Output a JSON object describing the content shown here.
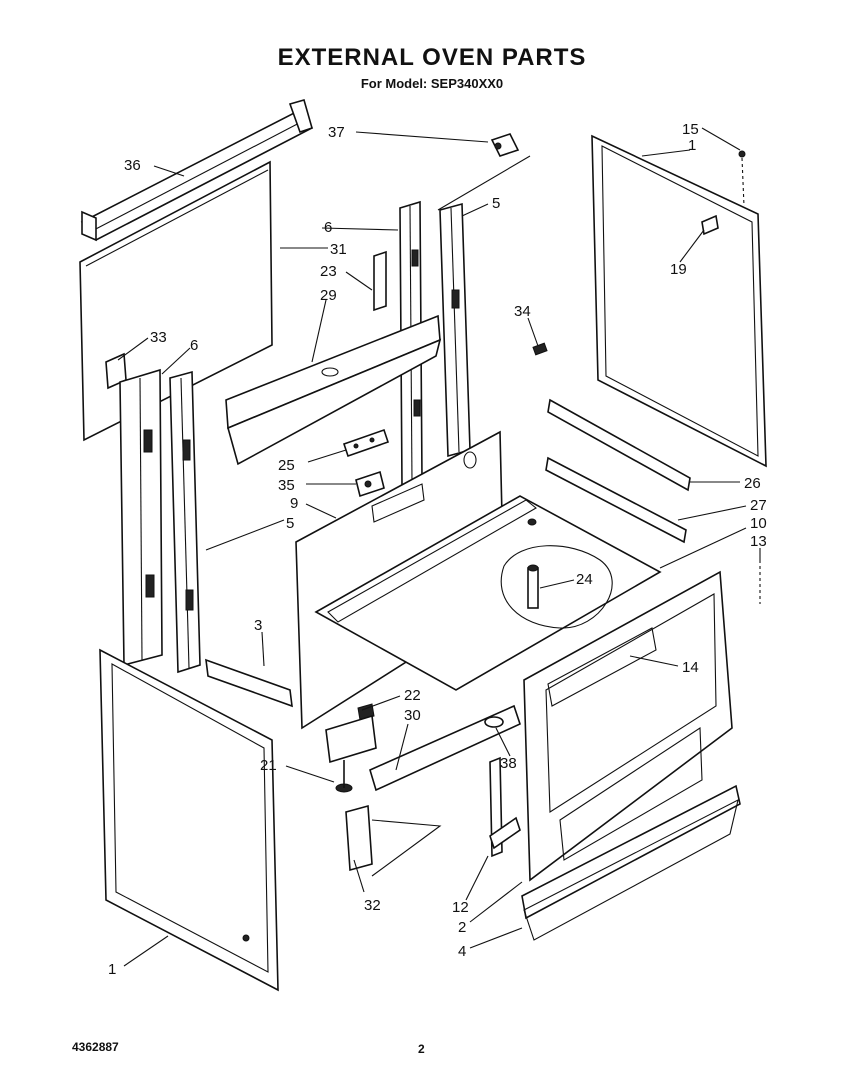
{
  "title": "EXTERNAL OVEN PARTS",
  "subtitle": "For Model: SEP340XX0",
  "doc_number": "4362887",
  "page_number": "2",
  "callouts": [
    {
      "id": "c37",
      "label": "37"
    },
    {
      "id": "c15",
      "label": "15"
    },
    {
      "id": "c1a",
      "label": "1"
    },
    {
      "id": "c36",
      "label": "36"
    },
    {
      "id": "c6a",
      "label": "6"
    },
    {
      "id": "c5a",
      "label": "5"
    },
    {
      "id": "c31",
      "label": "31"
    },
    {
      "id": "c23",
      "label": "23"
    },
    {
      "id": "c19",
      "label": "19"
    },
    {
      "id": "c29",
      "label": "29"
    },
    {
      "id": "c34",
      "label": "34"
    },
    {
      "id": "c33",
      "label": "33"
    },
    {
      "id": "c6b",
      "label": "6"
    },
    {
      "id": "c25",
      "label": "25"
    },
    {
      "id": "c26",
      "label": "26"
    },
    {
      "id": "c35",
      "label": "35"
    },
    {
      "id": "c9",
      "label": "9"
    },
    {
      "id": "c27",
      "label": "27"
    },
    {
      "id": "c5b",
      "label": "5"
    },
    {
      "id": "c10",
      "label": "10"
    },
    {
      "id": "c13",
      "label": "13"
    },
    {
      "id": "c24",
      "label": "24"
    },
    {
      "id": "c3",
      "label": "3"
    },
    {
      "id": "c14",
      "label": "14"
    },
    {
      "id": "c22",
      "label": "22"
    },
    {
      "id": "c30",
      "label": "30"
    },
    {
      "id": "c21",
      "label": "21"
    },
    {
      "id": "c38",
      "label": "38"
    },
    {
      "id": "c32",
      "label": "32"
    },
    {
      "id": "c12",
      "label": "12"
    },
    {
      "id": "c2",
      "label": "2"
    },
    {
      "id": "c4",
      "label": "4"
    },
    {
      "id": "c1b",
      "label": "1"
    }
  ]
}
